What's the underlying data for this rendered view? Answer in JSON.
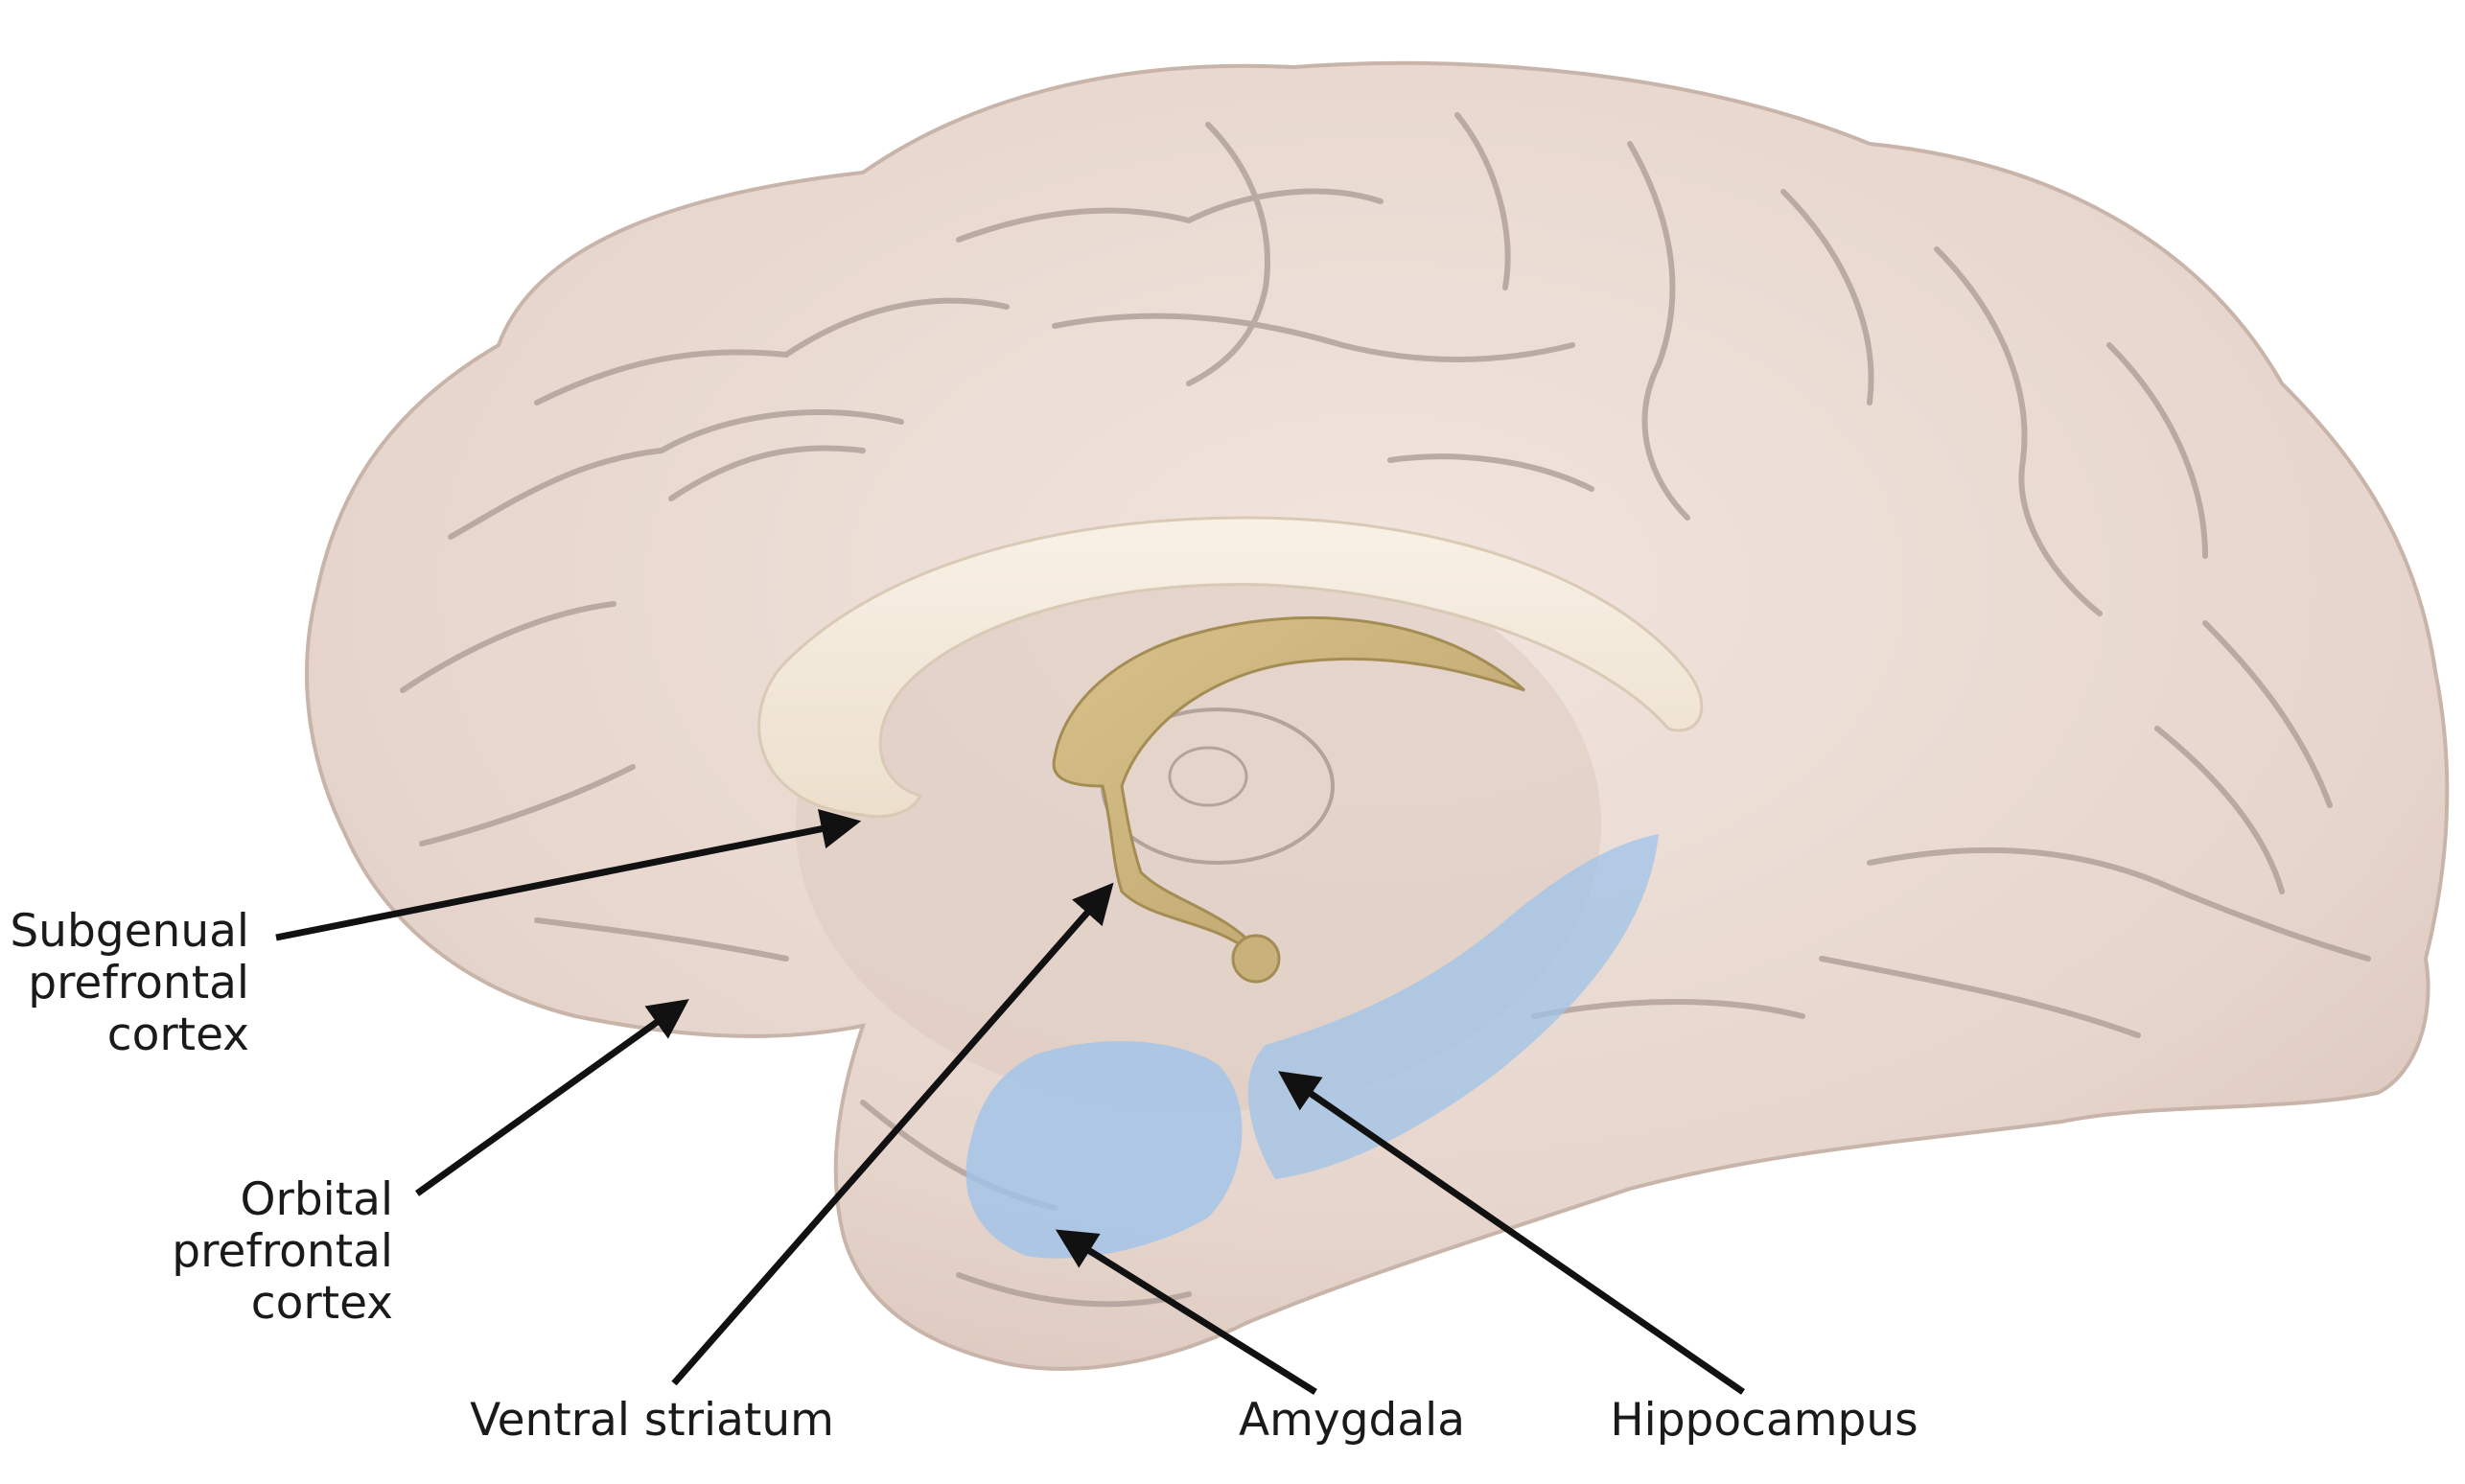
{
  "labels": {
    "subgenual": [
      "Subgenual",
      "prefrontal",
      "cortex"
    ],
    "orbital": [
      "Orbital",
      "prefrontal",
      "cortex"
    ],
    "ventral_striatum": "Ventral striatum",
    "amygdala": "Amygdala",
    "hippocampus": "Hippocampus"
  },
  "colors": {
    "brain": "#e8d8cf",
    "sulcus": "#a89a94",
    "corpus_callosum": "#f5ece0",
    "fornix": "#c9b27a",
    "highlight": "#9fc3ea",
    "arrow": "#111111"
  }
}
